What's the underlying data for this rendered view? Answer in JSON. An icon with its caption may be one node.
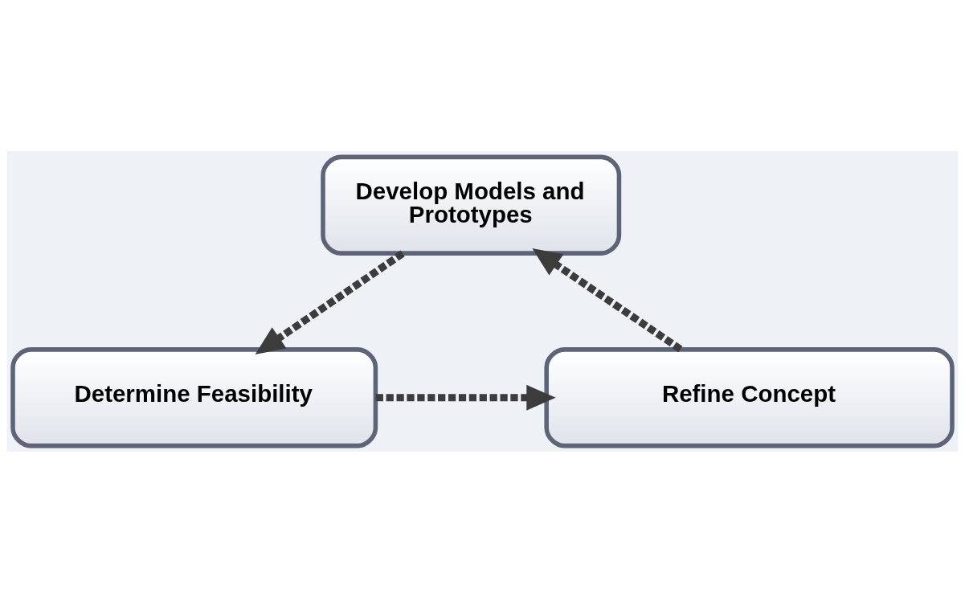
{
  "diagram": {
    "nodes": [
      {
        "text": [
          "Develop Models and Prototypes"
        ]
      },
      {
        "text": [
          "Determine Feasibility"
        ]
      },
      {
        "text": [
          "Refine Concept"
        ]
      }
    ],
    "edges": [
      {
        "from": 0,
        "to": 1,
        "arrow": "to",
        "style": "dashed"
      },
      {
        "from": 1,
        "to": 2,
        "arrow": "to",
        "style": "dashed"
      },
      {
        "from": 2,
        "to": 0,
        "arrow": "to",
        "style": "dashed"
      }
    ]
  }
}
